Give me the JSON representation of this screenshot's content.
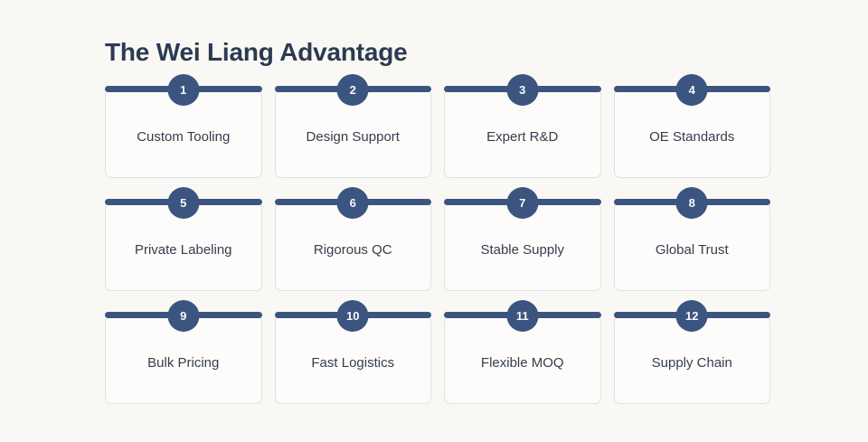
{
  "page": {
    "title": "The Wei Liang Advantage",
    "background_color": "#faf8f4",
    "accent_color": "#3b5580",
    "title_color": "#2b3a52",
    "label_color": "#333f4f",
    "card_background": "#fdfcfa",
    "card_border_color": "#dde2e9"
  },
  "cards": [
    {
      "number": "1",
      "label": "Custom Tooling"
    },
    {
      "number": "2",
      "label": "Design Support"
    },
    {
      "number": "3",
      "label": "Expert R&D"
    },
    {
      "number": "4",
      "label": "OE Standards"
    },
    {
      "number": "5",
      "label": "Private Labeling"
    },
    {
      "number": "6",
      "label": "Rigorous QC"
    },
    {
      "number": "7",
      "label": "Stable Supply"
    },
    {
      "number": "8",
      "label": "Global Trust"
    },
    {
      "number": "9",
      "label": "Bulk Pricing"
    },
    {
      "number": "10",
      "label": "Fast Logistics"
    },
    {
      "number": "11",
      "label": "Flexible MOQ"
    },
    {
      "number": "12",
      "label": "Supply Chain"
    }
  ]
}
